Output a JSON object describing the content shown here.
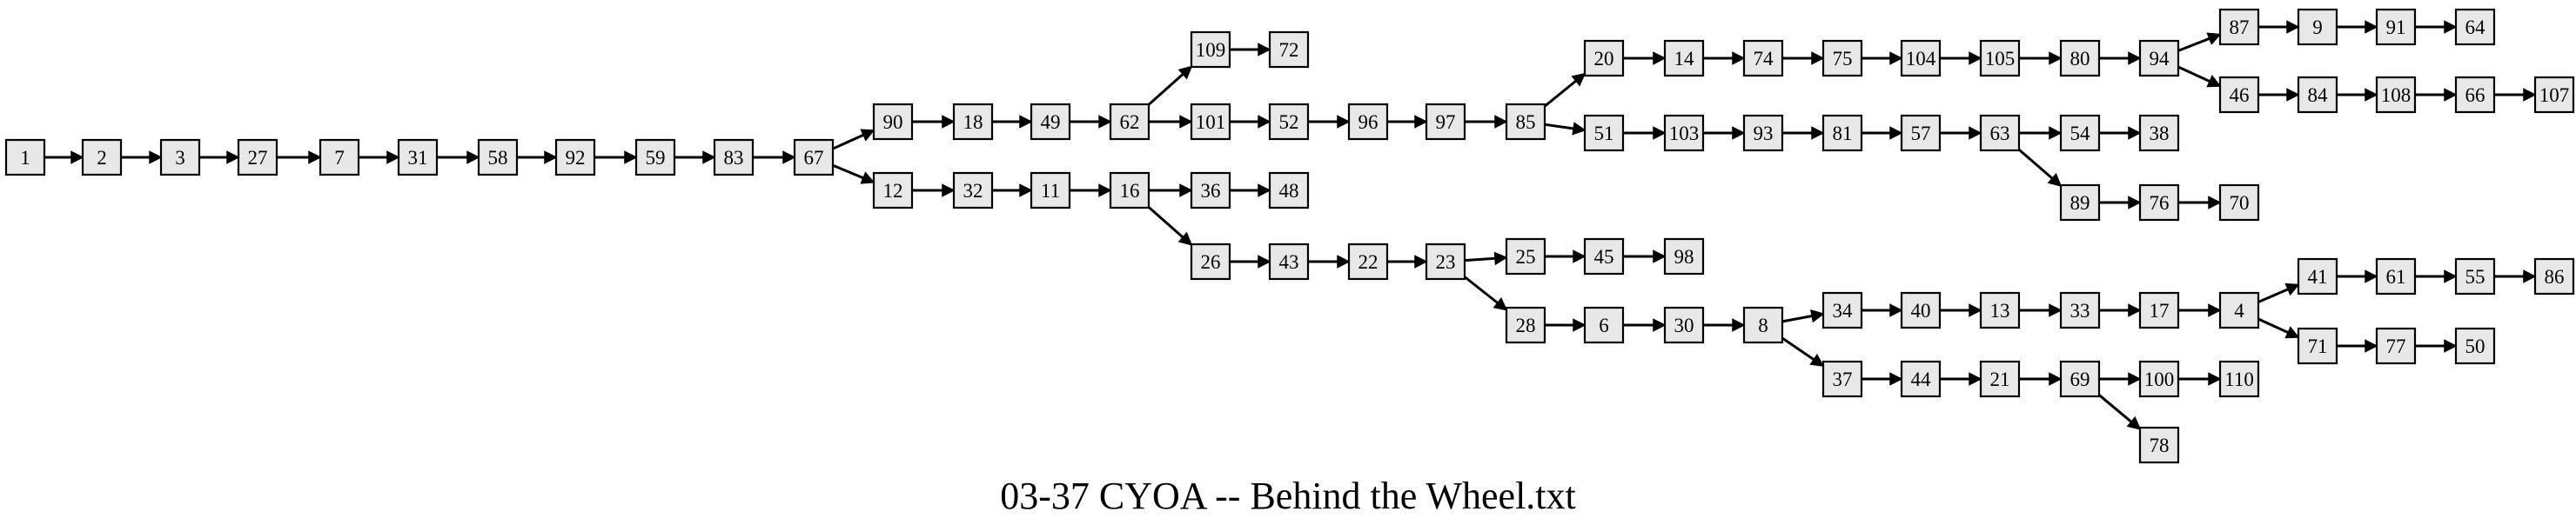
{
  "caption": "03-37 CYOA -- Behind the Wheel.txt",
  "colors": {
    "node_fill": "#e8e8e8",
    "stroke": "#000000",
    "background": "#ffffff"
  },
  "nodes": [
    "1",
    "2",
    "3",
    "27",
    "7",
    "31",
    "58",
    "92",
    "59",
    "83",
    "67",
    "90",
    "12",
    "18",
    "49",
    "62",
    "109",
    "72",
    "101",
    "52",
    "96",
    "97",
    "85",
    "20",
    "14",
    "74",
    "75",
    "104",
    "105",
    "80",
    "94",
    "87",
    "9",
    "91",
    "64",
    "46",
    "84",
    "108",
    "66",
    "107",
    "51",
    "103",
    "93",
    "81",
    "57",
    "63",
    "54",
    "38",
    "89",
    "76",
    "70",
    "32",
    "11",
    "16",
    "36",
    "48",
    "26",
    "43",
    "22",
    "23",
    "25",
    "45",
    "98",
    "28",
    "6",
    "30",
    "8",
    "34",
    "40",
    "13",
    "33",
    "17",
    "4",
    "41",
    "61",
    "55",
    "86",
    "71",
    "77",
    "50",
    "37",
    "44",
    "21",
    "69",
    "100",
    "110",
    "78"
  ],
  "edges": [
    [
      "1",
      "2"
    ],
    [
      "2",
      "3"
    ],
    [
      "3",
      "27"
    ],
    [
      "27",
      "7"
    ],
    [
      "7",
      "31"
    ],
    [
      "31",
      "58"
    ],
    [
      "58",
      "92"
    ],
    [
      "92",
      "59"
    ],
    [
      "59",
      "83"
    ],
    [
      "83",
      "67"
    ],
    [
      "67",
      "90"
    ],
    [
      "67",
      "12"
    ],
    [
      "90",
      "18"
    ],
    [
      "18",
      "49"
    ],
    [
      "49",
      "62"
    ],
    [
      "62",
      "109"
    ],
    [
      "109",
      "72"
    ],
    [
      "62",
      "101"
    ],
    [
      "101",
      "52"
    ],
    [
      "52",
      "96"
    ],
    [
      "96",
      "97"
    ],
    [
      "97",
      "85"
    ],
    [
      "85",
      "20"
    ],
    [
      "20",
      "14"
    ],
    [
      "14",
      "74"
    ],
    [
      "74",
      "75"
    ],
    [
      "75",
      "104"
    ],
    [
      "104",
      "105"
    ],
    [
      "105",
      "80"
    ],
    [
      "80",
      "94"
    ],
    [
      "94",
      "87"
    ],
    [
      "87",
      "9"
    ],
    [
      "9",
      "91"
    ],
    [
      "91",
      "64"
    ],
    [
      "94",
      "46"
    ],
    [
      "46",
      "84"
    ],
    [
      "84",
      "108"
    ],
    [
      "108",
      "66"
    ],
    [
      "66",
      "107"
    ],
    [
      "85",
      "51"
    ],
    [
      "51",
      "103"
    ],
    [
      "103",
      "93"
    ],
    [
      "93",
      "81"
    ],
    [
      "81",
      "57"
    ],
    [
      "57",
      "63"
    ],
    [
      "63",
      "54"
    ],
    [
      "54",
      "38"
    ],
    [
      "63",
      "89"
    ],
    [
      "89",
      "76"
    ],
    [
      "76",
      "70"
    ],
    [
      "12",
      "32"
    ],
    [
      "32",
      "11"
    ],
    [
      "11",
      "16"
    ],
    [
      "16",
      "36"
    ],
    [
      "36",
      "48"
    ],
    [
      "16",
      "26"
    ],
    [
      "26",
      "43"
    ],
    [
      "43",
      "22"
    ],
    [
      "22",
      "23"
    ],
    [
      "23",
      "25"
    ],
    [
      "25",
      "45"
    ],
    [
      "45",
      "98"
    ],
    [
      "23",
      "28"
    ],
    [
      "28",
      "6"
    ],
    [
      "6",
      "30"
    ],
    [
      "30",
      "8"
    ],
    [
      "8",
      "34"
    ],
    [
      "34",
      "40"
    ],
    [
      "40",
      "13"
    ],
    [
      "13",
      "33"
    ],
    [
      "33",
      "17"
    ],
    [
      "17",
      "4"
    ],
    [
      "4",
      "41"
    ],
    [
      "41",
      "61"
    ],
    [
      "61",
      "55"
    ],
    [
      "55",
      "86"
    ],
    [
      "4",
      "71"
    ],
    [
      "71",
      "77"
    ],
    [
      "77",
      "50"
    ],
    [
      "8",
      "37"
    ],
    [
      "37",
      "44"
    ],
    [
      "44",
      "21"
    ],
    [
      "21",
      "69"
    ],
    [
      "69",
      "100"
    ],
    [
      "100",
      "110"
    ],
    [
      "69",
      "78"
    ]
  ]
}
